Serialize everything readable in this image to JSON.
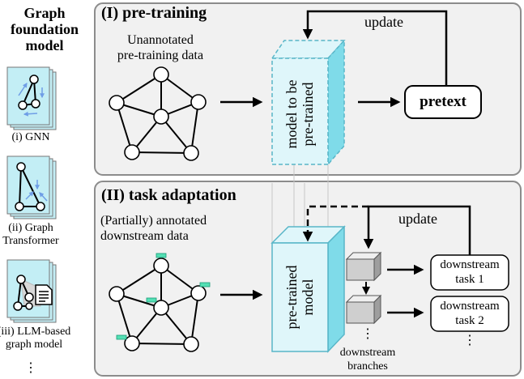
{
  "sidebar": {
    "title_lines": [
      "Graph",
      "foundation",
      "model"
    ],
    "models": [
      {
        "label_lines": [
          "(i) GNN"
        ]
      },
      {
        "label_lines": [
          "(ii) Graph",
          "Transformer"
        ]
      },
      {
        "label_lines": [
          "(iii) LLM-based",
          "graph model"
        ]
      }
    ],
    "more": "⋮"
  },
  "pretraining": {
    "title": "(I) pre-training",
    "data_lines": [
      "Unannotated",
      "pre-training data"
    ],
    "model_lines": [
      "model to be",
      "pre-trained"
    ],
    "pretext": "pretext",
    "update": "update"
  },
  "adaptation": {
    "title": "(II) task adaptation",
    "data_lines": [
      "(Partially) annotated",
      "downstream data"
    ],
    "model_lines": [
      "pre-trained",
      "model"
    ],
    "update": "update",
    "tasks": [
      {
        "lines": [
          "downstream",
          "task 1"
        ]
      },
      {
        "lines": [
          "downstream",
          "task 2"
        ]
      }
    ],
    "more": "⋮",
    "branches_lines": [
      "downstream",
      "branches"
    ]
  },
  "colors": {
    "panel_fill": "#f1f1f1",
    "panel_border": "#8c8c8c",
    "model_front": "#dff6fa",
    "model_side": "#7fdbe9",
    "label_green": "#54e0b4",
    "arrow_blue": "#6f9ee6"
  }
}
